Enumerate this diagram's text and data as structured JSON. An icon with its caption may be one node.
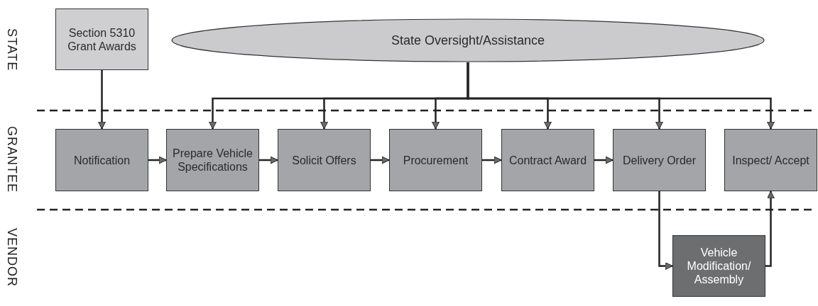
{
  "diagram": {
    "nodes": [
      {
        "text": [
          "Section 5310 Grant Awards"
        ]
      },
      {
        "text": [
          "State Oversight/Assistance"
        ]
      },
      {
        "text": [
          "Notification"
        ]
      },
      {
        "text": [
          "Prepare Vehicle Specifications"
        ]
      },
      {
        "text": [
          "Solicit Offers"
        ]
      },
      {
        "text": [
          "Procurement"
        ]
      },
      {
        "text": [
          "Contract Award"
        ]
      },
      {
        "text": [
          "Delivery Order"
        ]
      },
      {
        "text": [
          "Inspect/ Accept"
        ]
      },
      {
        "text": [
          "Vehicle Modification/ Assembly"
        ]
      }
    ],
    "edges": [
      {
        "from": 0,
        "to": 2,
        "arrow": "to"
      },
      {
        "from": 2,
        "to": 3,
        "arrow": "to"
      },
      {
        "from": 3,
        "to": 4,
        "arrow": "to"
      },
      {
        "from": 4,
        "to": 5,
        "arrow": "to"
      },
      {
        "from": 5,
        "to": 6,
        "arrow": "to"
      },
      {
        "from": 6,
        "to": 7,
        "arrow": "to"
      },
      {
        "from": 1,
        "to": 3,
        "arrow": "to"
      },
      {
        "from": 1,
        "to": 4,
        "arrow": "to"
      },
      {
        "from": 1,
        "to": 5,
        "arrow": "to"
      },
      {
        "from": 1,
        "to": 6,
        "arrow": "to"
      },
      {
        "from": 1,
        "to": 7,
        "arrow": "to"
      },
      {
        "from": 1,
        "to": 8,
        "arrow": "to"
      },
      {
        "from": 7,
        "to": 9,
        "arrow": "to"
      },
      {
        "from": 9,
        "to": 8,
        "arrow": "to"
      }
    ],
    "labels": [
      "STATE",
      "GRANTEE",
      "VENDOR"
    ]
  }
}
